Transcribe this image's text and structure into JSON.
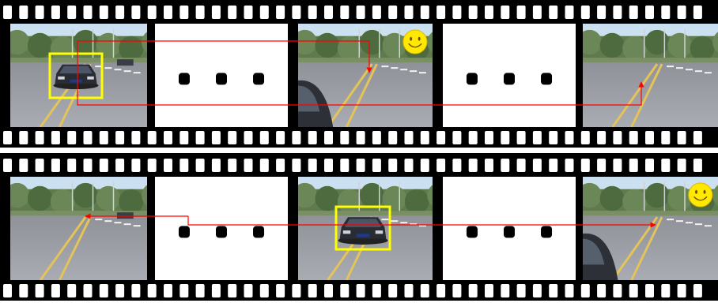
{
  "colors": {
    "film": "#000000",
    "perforation": "#ffffff",
    "box": "#ffff00",
    "track": "#ff0000",
    "smiley": "#ffe900",
    "placeholder": "#ffffff",
    "dot": "#000000"
  },
  "strips": [
    {
      "name": "strip-1",
      "frames": [
        {
          "kind": "photo",
          "scene": "road-far-car",
          "box": true
        },
        {
          "kind": "placeholder"
        },
        {
          "kind": "photo",
          "scene": "road-side-car",
          "smiley": true
        },
        {
          "kind": "placeholder"
        },
        {
          "kind": "photo",
          "scene": "road-empty"
        }
      ]
    },
    {
      "name": "strip-2",
      "frames": [
        {
          "kind": "photo",
          "scene": "road-far-car"
        },
        {
          "kind": "placeholder"
        },
        {
          "kind": "photo",
          "scene": "road-center-car",
          "box": true
        },
        {
          "kind": "placeholder"
        },
        {
          "kind": "photo",
          "scene": "road-side-car",
          "smiley": true
        }
      ]
    }
  ],
  "icons": {
    "smiley": "smiley-face-icon",
    "arrow": "red-arrow-icon"
  }
}
